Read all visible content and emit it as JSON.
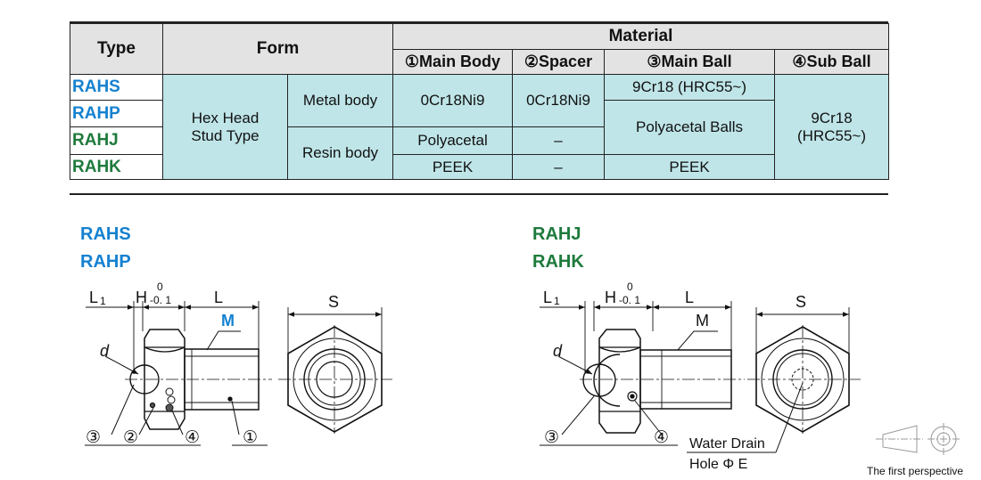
{
  "table": {
    "type_header": "Type",
    "form_header": "Form",
    "material_header": "Material",
    "main_body_header": "①Main Body",
    "spacer_header": "②Spacer",
    "main_ball_header": "③Main Ball",
    "sub_ball_header": "④Sub Ball",
    "types": [
      "RAHS",
      "RAHP",
      "RAHJ",
      "RAHK"
    ],
    "type_colors": [
      "#1481d0",
      "#1481d0",
      "#1e7a3c",
      "#1e7a3c"
    ],
    "form_line1": "Hex Head",
    "form_line2": "Stud Type",
    "metal_body": "Metal body",
    "resin_body": "Resin body",
    "metal_main_body": "0Cr18Ni9",
    "metal_spacer": "0Cr18Ni9",
    "main_ball_rahs": "9Cr18 (HRC55~)",
    "main_ball_polyacetal": "Polyacetal Balls",
    "resin_main_body_rahj": "Polyacetal",
    "resin_spacer_rahj": "–",
    "resin_main_body_rahk": "PEEK",
    "resin_spacer_rahk": "–",
    "main_ball_rahk": "PEEK",
    "sub_ball_line1": "9Cr18",
    "sub_ball_line2": "(HRC55~)"
  },
  "left_drawing": {
    "label1": "RAHS",
    "label2": "RAHP",
    "dim_l1": "L",
    "dim_l1_sub": "1",
    "dim_h": "H",
    "tol_upper": "0",
    "tol_lower": "-0. 1",
    "dim_l": "L",
    "dim_m": "M",
    "dim_d": "d",
    "dim_s": "S",
    "callout_3": "③",
    "callout_2": "②",
    "callout_4": "④",
    "callout_1": "①"
  },
  "right_drawing": {
    "label1": "RAHJ",
    "label2": "RAHK",
    "dim_l1": "L",
    "dim_l1_sub": "1",
    "dim_h": "H",
    "tol_upper": "0",
    "tol_lower": "-0. 1",
    "dim_l": "L",
    "dim_m": "M",
    "dim_d": "d",
    "dim_s": "S",
    "callout_3": "③",
    "callout_4": "④",
    "water_drain_line1": "Water Drain",
    "water_drain_line2": "Hole Φ E"
  },
  "projection_caption": "The first perspective",
  "colors": {
    "header_gray": "#e3e3e3",
    "cell_cyan": "#bfe5e8",
    "blue": "#1481d0",
    "green": "#1e7a3c"
  }
}
